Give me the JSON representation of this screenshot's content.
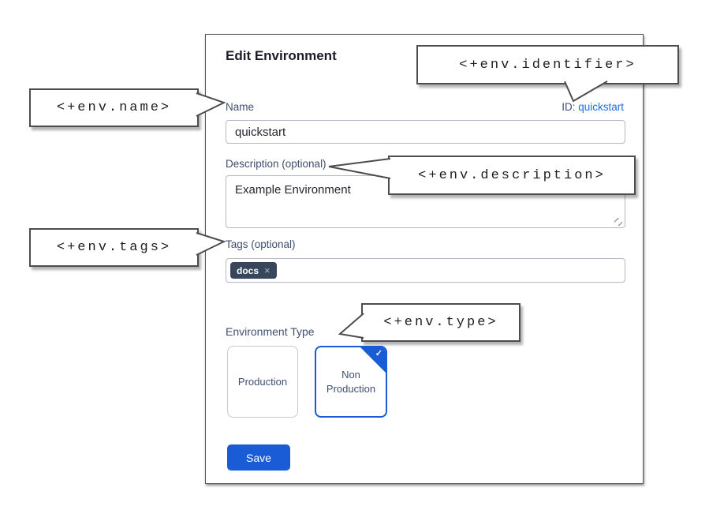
{
  "dialog": {
    "title": "Edit Environment",
    "name": {
      "label": "Name",
      "value": "quickstart"
    },
    "identifier": {
      "label": "ID:",
      "value": "quickstart"
    },
    "description": {
      "label": "Description (optional)",
      "value": "Example Environment"
    },
    "tags": {
      "label": "Tags (optional)",
      "items": [
        {
          "label": "docs"
        }
      ]
    },
    "environment_type": {
      "label": "Environment Type",
      "options": [
        {
          "label": "Production",
          "selected": false
        },
        {
          "label": "Non Production",
          "selected": true
        }
      ]
    },
    "save_label": "Save"
  },
  "callouts": {
    "identifier": "<+env.identifier>",
    "name": "<+env.name>",
    "description": "<+env.description>",
    "tags": "<+env.tags>",
    "type": "<+env.type>"
  },
  "icons": {
    "check": "✓",
    "close": "×"
  },
  "colors": {
    "primary_blue": "#1a5cd6",
    "link_blue": "#1f6ce0",
    "label_navy": "#3f4f6e",
    "tag_bg": "#37465b",
    "callout_border": "#4d4d4d"
  }
}
